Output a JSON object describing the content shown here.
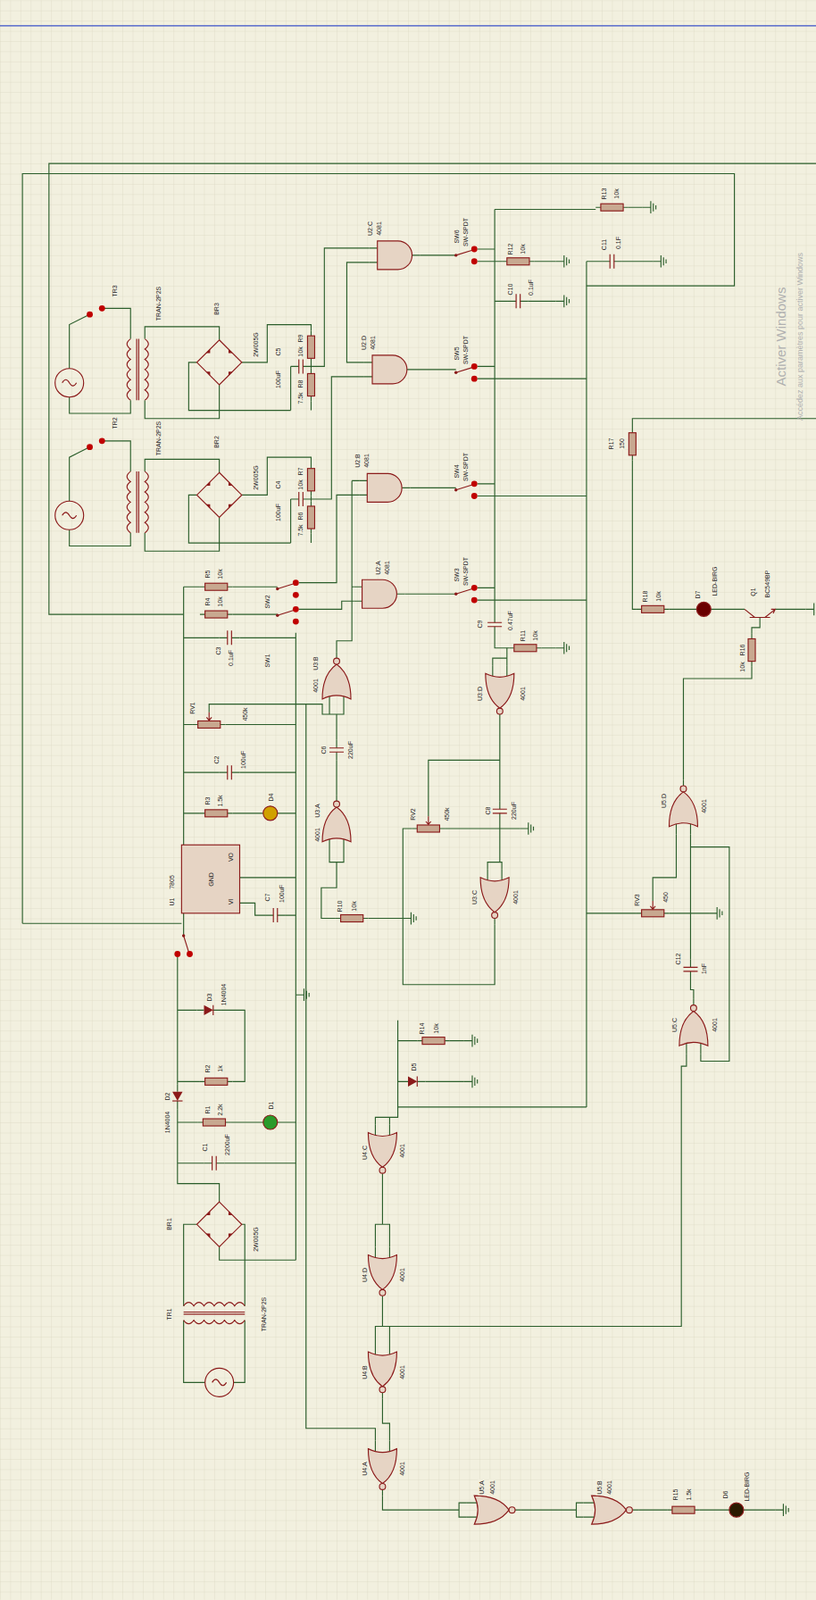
{
  "diagram": {
    "labels": [
      "TR3",
      "TRAN-2P2S",
      "BR3",
      "2W005G",
      "R9",
      "10k",
      "C5",
      "100uF",
      "R8",
      "7.5k",
      "U2:C",
      "4081",
      "SW6",
      "SW-SPDT",
      "R12",
      "10k",
      "R13",
      "10k",
      "C11",
      "0.1F",
      "C10",
      "0.1uF",
      "TR2",
      "TRAN-2P2S",
      "BR2",
      "2W005G",
      "R7",
      "10k",
      "C4",
      "100uF",
      "R6",
      "7.5k",
      "U2:D",
      "4081",
      "SW5",
      "SW-SPDT",
      "U2:B",
      "4081",
      "SW4",
      "SW-SPDT",
      "R17",
      "150",
      "R5",
      "10k",
      "R4",
      "10k",
      "SW2",
      "U2:A",
      "4081",
      "SW3",
      "SW-SPDT",
      "C9",
      "0.47uF",
      "R11",
      "10k",
      "R18",
      "10k",
      "D7",
      "LED-BIRG",
      "Q1",
      "BC549BP",
      "R16",
      "10k",
      "SW1",
      "C3",
      "0.1uF",
      "U3:B",
      "4001",
      "RV1",
      "450k",
      "C2",
      "100uF",
      "C6",
      "220uF",
      "U3:D",
      "4001",
      "R3",
      "1.5k",
      "D4",
      "U3:A",
      "4001",
      "RV2",
      "450k",
      "C8",
      "220uF",
      "U5:D",
      "4001",
      "U1",
      "7805",
      "VO",
      "GND",
      "VI",
      "C7",
      "100uF",
      "R10",
      "10k",
      "U3:C",
      "4001",
      "RV3",
      "450",
      "C12",
      "1nF",
      "U5:C",
      "4001",
      "D3",
      "1N4004",
      "R2",
      "1k",
      "R14",
      "10k",
      "D5",
      "D2",
      "1N4004",
      "R1",
      "2.2k",
      "D1",
      "C1",
      "2200uF",
      "U4:C",
      "4001",
      "U4:D",
      "4001",
      "BR1",
      "2W005G",
      "TR1",
      "TRAN-2P2S",
      "U4:B",
      "4001",
      "U4:A",
      "4001",
      "U5:A",
      "4001",
      "U5:B",
      "4001",
      "R15",
      "1.5k",
      "D6",
      "LED-BIRG",
      "Activer Windows",
      "Accédez aux paramètres pour activer Windows"
    ]
  }
}
